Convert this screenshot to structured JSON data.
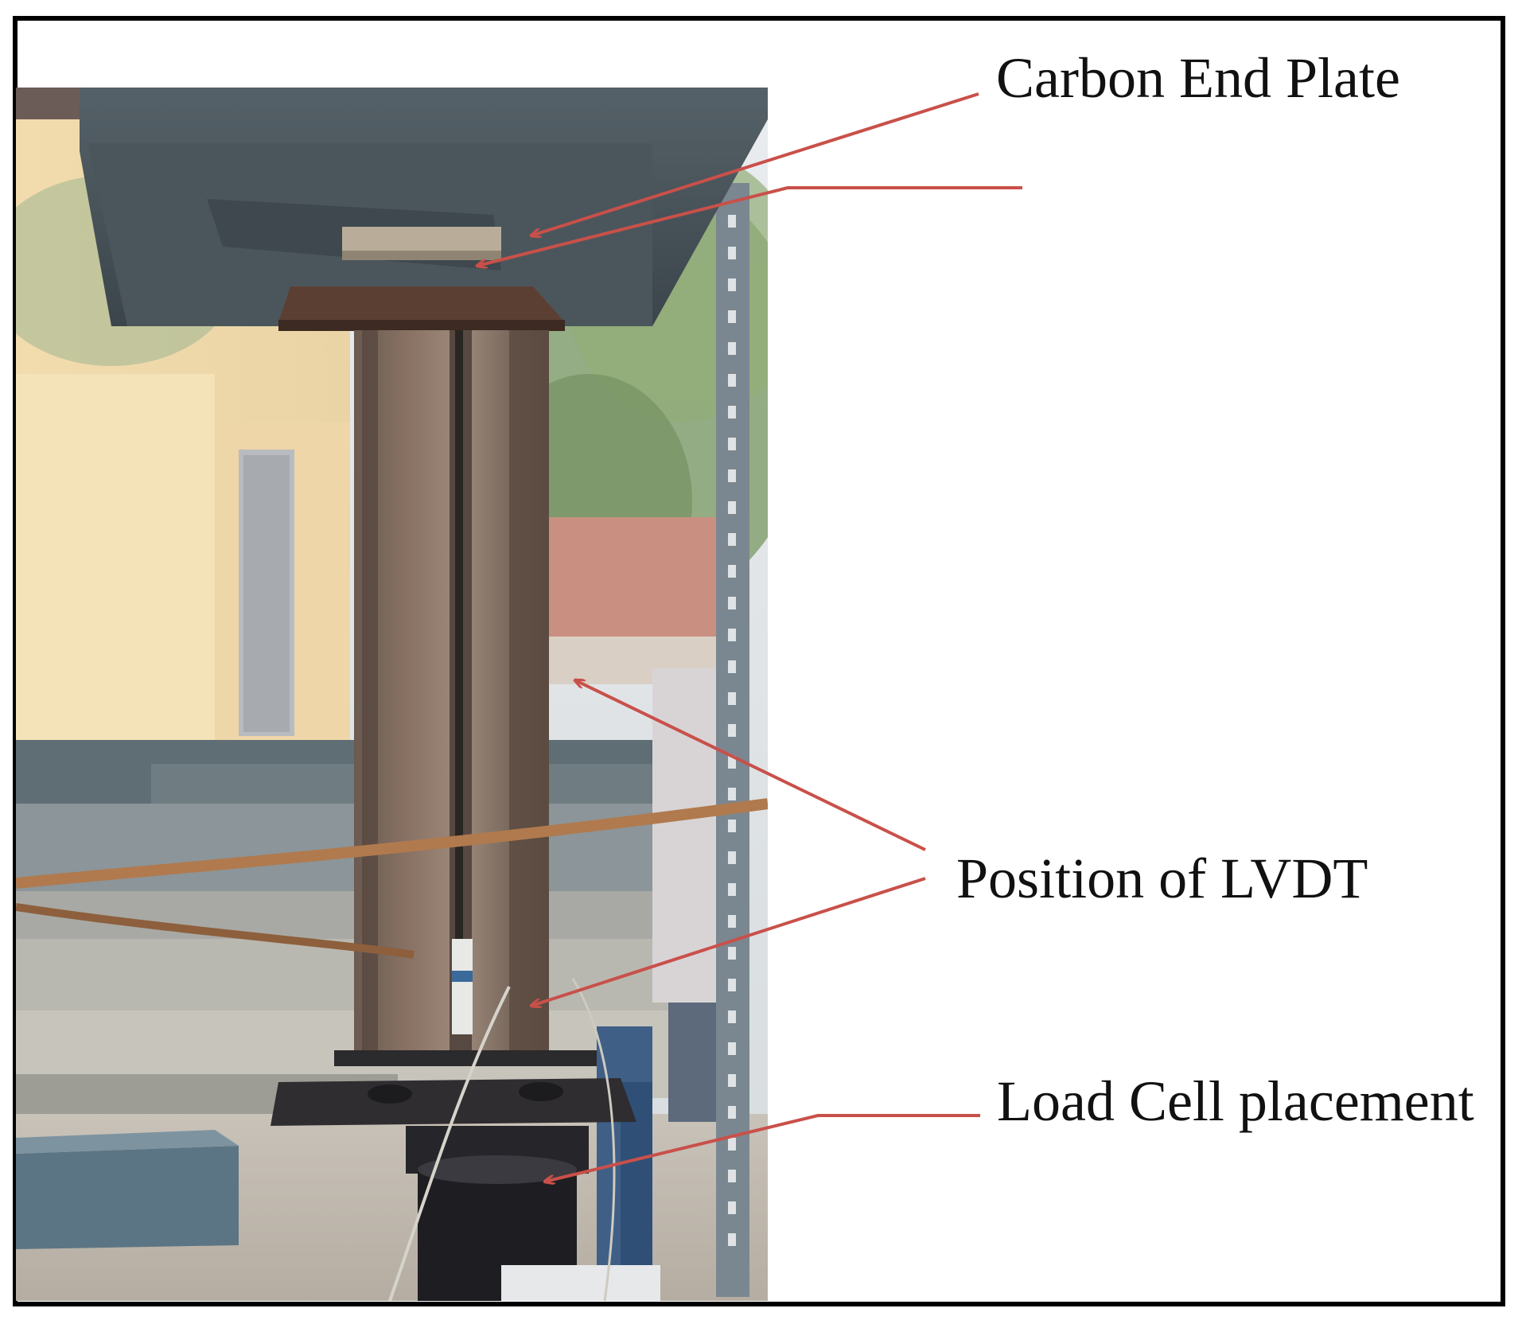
{
  "figure": {
    "labels": {
      "carbon_end_plate": "Carbon End Plate",
      "position_of_lvdt": "Position of  LVDT",
      "load_cell_placement": "Load Cell placement"
    },
    "arrow_color": "#c9504a"
  }
}
